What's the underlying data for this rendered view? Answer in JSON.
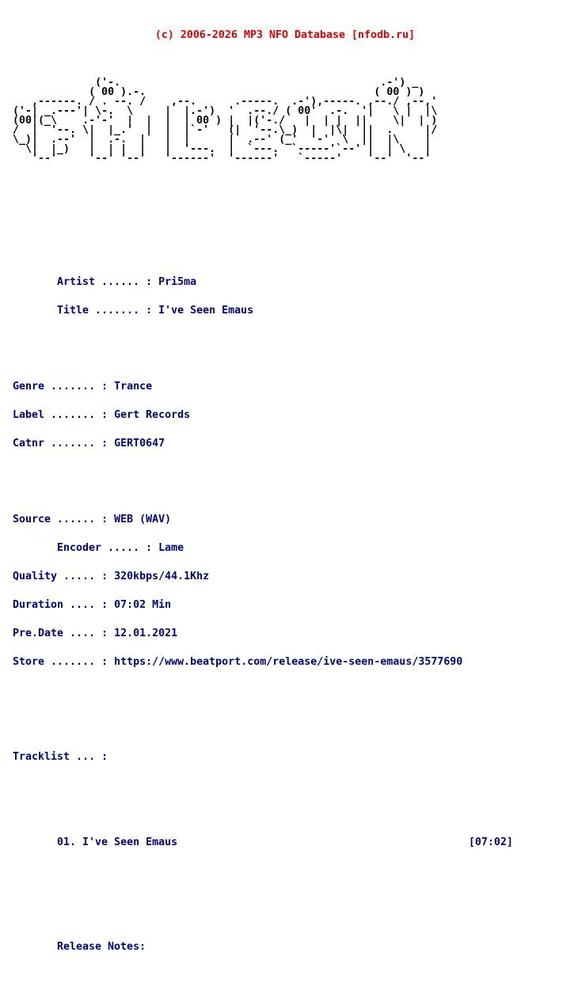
{
  "page": {
    "background": "#ffffff",
    "header_color": "#e00000",
    "body_text_color": "#000082",
    "art_color": "#000000"
  },
  "header": {
    "copyright": "(c) 2006-2026 MP3 NFO Database [nfodb.ru]"
  },
  "ascii_logo": {
    "group_name": "FALCON",
    "lines": [
      "              ('-.                                         .-') _",
      "             ( 00 ).-.                                    ( 00 ) )",
      "    ,------. / . --. /    ,--.      .-----.  .-'),-----. ,--./ ,--,'",
      " ('-| _.---'| \\-.  \\     |  |.-')  '  .--./ ( 00'  .-.  '|   \\ |  |\\",
      " (00|(_\\    .-'-'  |  |  |  | 00 ) |  |('-./   |  | |  ||    \\|  | )",
      " /  |  '--. \\|  |_.'  |  |  |`-'   (|  '--.\\_)  |  |\\|  ||  .     |/",
      " \\_)|  .--'  |  .-.  |   |  |      |  .--' (_'  '-'  \\  ||  |\\    |",
      "   \\|  |_)   |  | |  |   |  '---.  |  `---.  `-----'`--' |  | \\   |",
      "    '--'     '--' '--'   '------'  '------'   `-----'    '--'  '--'"
    ]
  },
  "release": {
    "artist": {
      "label": "Artist ...... : ",
      "value": "Pri5ma"
    },
    "title": {
      "label": "Title ....... : ",
      "value": "I've Seen Emaus"
    },
    "genre": {
      "label": "Genre ....... : ",
      "value": "Trance"
    },
    "label": {
      "label": "Label ....... : ",
      "value": "Gert Records"
    },
    "catnr": {
      "label": "Catnr ....... : ",
      "value": "GERT0647"
    },
    "source": {
      "label": "Source ...... : ",
      "value": "WEB (WAV)"
    },
    "encoder": {
      "label": "Encoder ..... : ",
      "value": "Lame"
    },
    "quality": {
      "label": "Quality ..... : ",
      "value": "320kbps/44.1Khz"
    },
    "duration": {
      "label": "Duration .... : ",
      "value": "07:02 Min"
    },
    "predate": {
      "label": "Pre.Date .... : ",
      "value": "12.01.2021"
    },
    "store": {
      "label": "Store ....... : ",
      "value": "https://www.beatport.com/release/ive-seen-emaus/3577690"
    }
  },
  "tracklist": {
    "heading": "Tracklist ... :",
    "tracks": [
      {
        "number": "01.",
        "title": "I've Seen Emaus",
        "duration": "[07:02]"
      }
    ]
  },
  "release_notes": {
    "heading": "Release Notes:"
  }
}
